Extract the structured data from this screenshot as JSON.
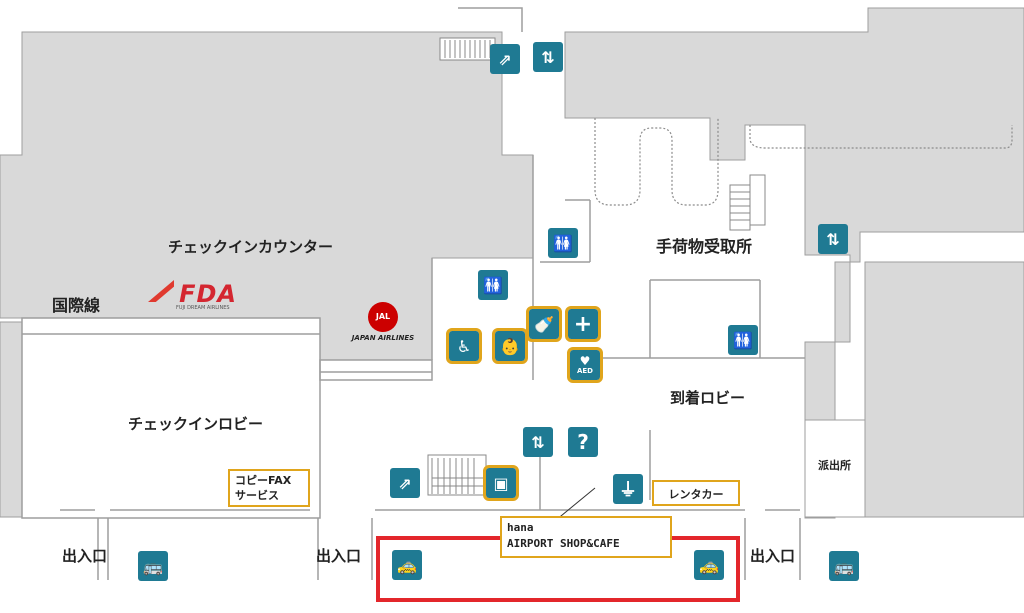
{
  "labels": {
    "international": "国際線",
    "checkin_counter": "チェックインカウンター",
    "checkin_lobby": "チェックインロビー",
    "baggage_claim": "手荷物受取所",
    "arrival_lobby": "到着ロビー",
    "police_box": "派出所",
    "entrance_1": "出入口",
    "entrance_2": "出入口",
    "entrance_3": "出入口"
  },
  "airlines": {
    "fda_logo": "FDA",
    "fda_sub": "FUJI DREAM AIRLINES",
    "jal_mark": "JAL",
    "jal_name": "JAPAN AIRLINES"
  },
  "boxes": {
    "copy_fax_1": "コピーFAX",
    "copy_fax_2": "サービス",
    "rental_car": "レンタカー",
    "shop_1": "hana",
    "shop_2": "AIRPORT SHOP&CAFE"
  },
  "icons": {
    "info": "?",
    "aed": "AED",
    "first_aid": "+"
  },
  "colors": {
    "floor": "#d9d9d9",
    "icon": "#1f7a93",
    "highlight_facility": "#e0a51c",
    "taxi_highlight": "#e3262b"
  }
}
